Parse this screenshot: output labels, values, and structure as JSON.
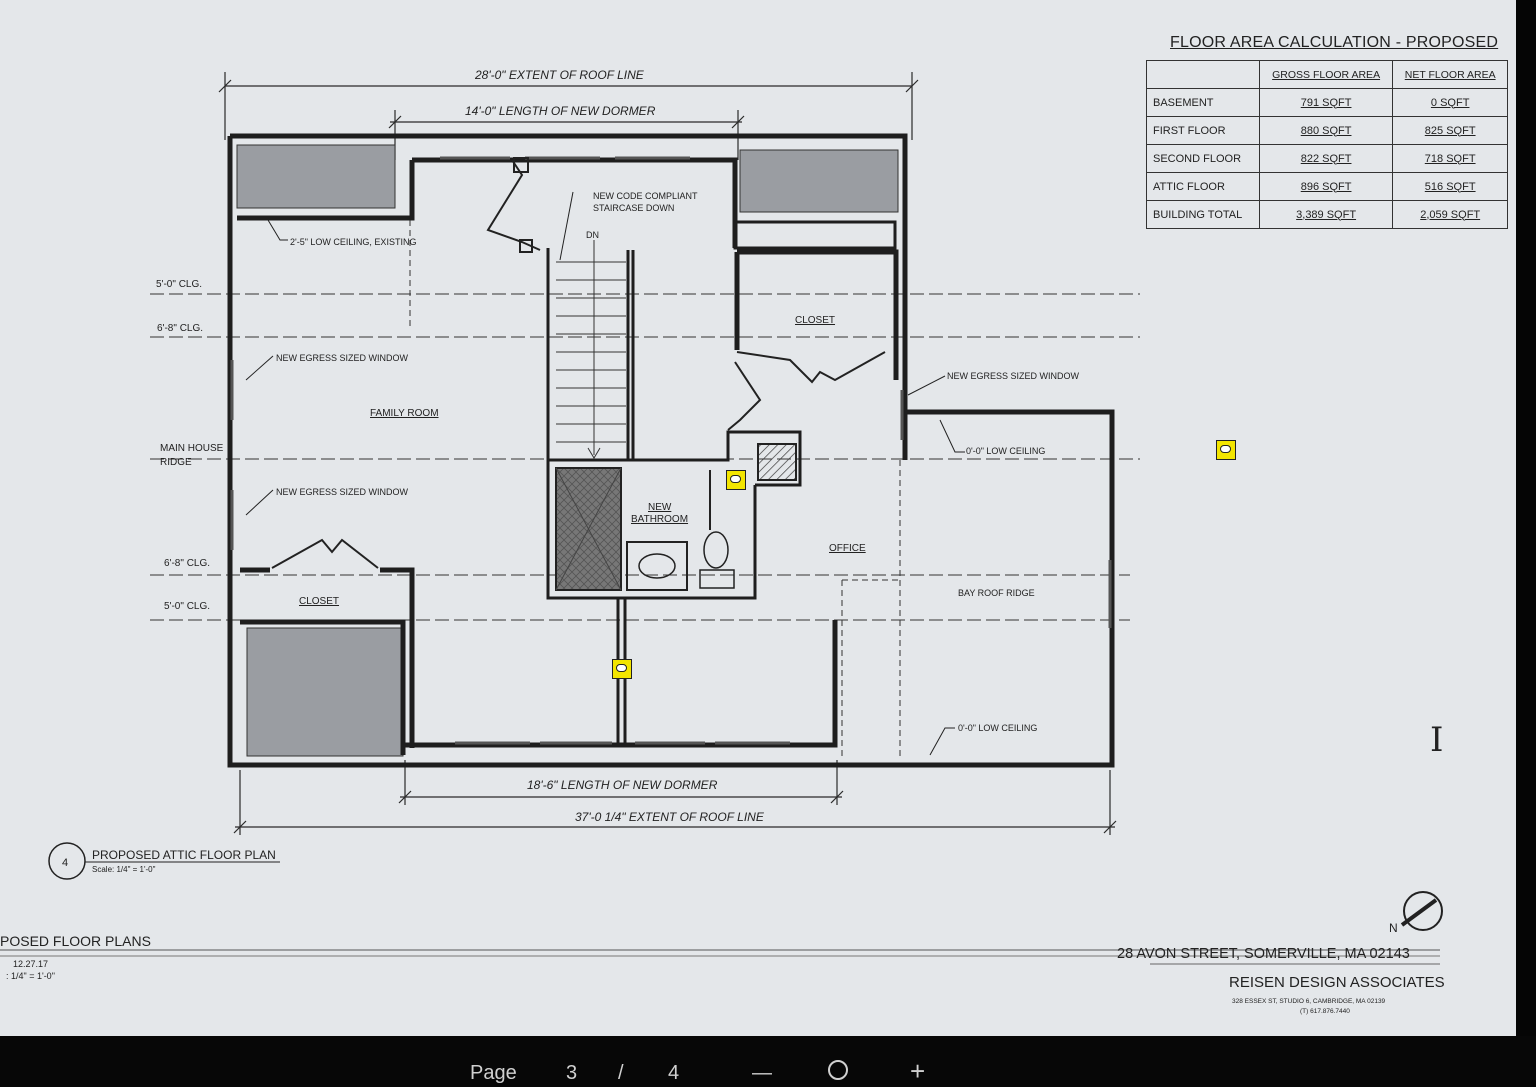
{
  "drawing": {
    "dims": {
      "roof_top": "28'-0\"   EXTENT OF ROOF LINE",
      "dormer_top": "14'-0\"   LENGTH OF NEW DORMER",
      "dormer_bottom": "18'-6\"   LENGTH OF NEW DORMER",
      "roof_bottom": "37'-0 1/4\"   EXTENT OF ROOF LINE"
    },
    "left_labels": {
      "clg_5_top": "5'-0\" CLG.",
      "clg_68_top": "6'-8\" CLG.",
      "ridge_1": "MAIN HOUSE",
      "ridge_2": "RIDGE",
      "clg_68_bottom": "6'-8\" CLG.",
      "clg_5_bottom": "5'-0\" CLG."
    },
    "notes": {
      "low_ceiling_existing": "2'-5\" LOW CEILING, EXISTING",
      "staircase_1": "NEW CODE COMPLIANT",
      "staircase_2": "STAIRCASE DOWN",
      "dn": "DN",
      "egress_1": "NEW EGRESS SIZED WINDOW",
      "egress_2": "NEW EGRESS SIZED WINDOW",
      "egress_3": "NEW EGRESS SIZED WINDOW",
      "low_ceiling_1": "0'-0\" LOW CEILING",
      "low_ceiling_2": "0'-0\" LOW CEILING",
      "bay_roof_ridge": "BAY ROOF RIDGE"
    },
    "rooms": {
      "family_room": "FAMILY ROOM",
      "closet_upper": "CLOSET",
      "closet_lower": "CLOSET",
      "bathroom_1": "NEW",
      "bathroom_2": "BATHROOM",
      "office": "OFFICE"
    },
    "title": {
      "number": "4",
      "name": "PROPOSED ATTIC FLOOR PLAN",
      "scale": "Scale: 1/4\" = 1'-0\""
    },
    "north": "N"
  },
  "area_table": {
    "title": "FLOOR AREA CALCULATION - PROPOSED",
    "headers": [
      "",
      "GROSS FLOOR AREA",
      "NET FLOOR AREA"
    ],
    "rows": [
      [
        "BASEMENT",
        "791 sqft",
        "0 sqft"
      ],
      [
        "FIRST FLOOR",
        "880 sqft",
        "825 sqft"
      ],
      [
        "SECOND FLOOR",
        "822 sqft",
        "718 sqft"
      ],
      [
        "ATTIC FLOOR",
        "896 sqft",
        "516 sqft"
      ],
      [
        "BUILDING TOTAL",
        "3,389 sqft",
        "2,059 sqft"
      ]
    ]
  },
  "title_block": {
    "sheet_title": "POSED FLOOR PLANS",
    "date": "12.27.17",
    "scale": ": 1/4\" = 1'-0\"",
    "address": "28 AVON STREET, SOMERVILLE, MA 02143",
    "firm": "REISEN DESIGN ASSOCIATES",
    "firm_addr": "328 ESSEX ST, STUDIO 6, CAMBRIDGE, MA 02139",
    "firm_phone": "(T) 617.876.7440"
  },
  "toolbar": {
    "page_label": "Page",
    "page_current": "3",
    "page_sep": "/",
    "page_total": "4",
    "zoom_out": "—",
    "zoom_in": "+",
    "zoom_icon": "zoom-target-icon"
  }
}
